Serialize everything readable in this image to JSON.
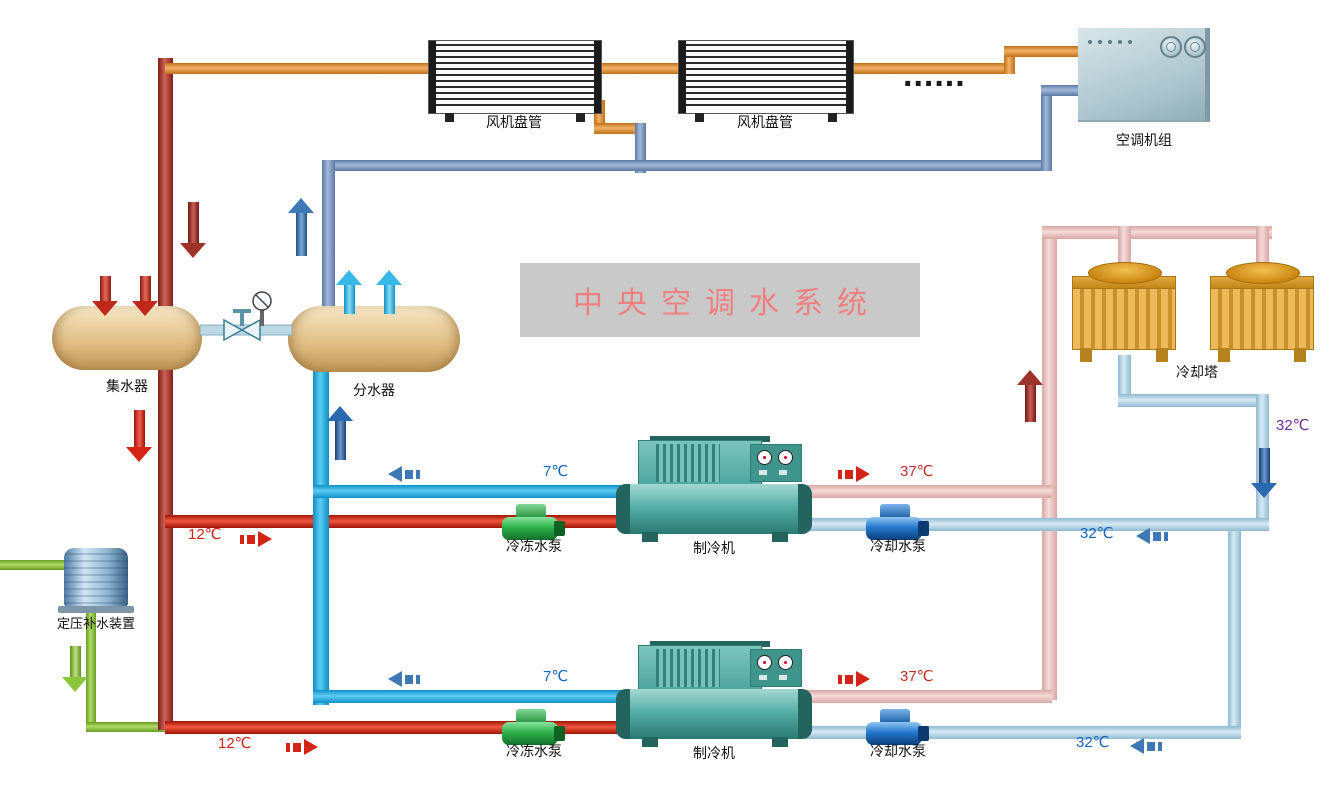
{
  "title": "中央空调水系统",
  "dots": "......",
  "components": {
    "fan_coil_1": {
      "label": "风机盘管"
    },
    "fan_coil_2": {
      "label": "风机盘管"
    },
    "ahu": {
      "label": "空调机组"
    },
    "collector": {
      "label": "集水器"
    },
    "distributor": {
      "label": "分水器"
    },
    "cooling_tower": {
      "label": "冷却塔"
    },
    "chiller_1": {
      "label": "制冷机"
    },
    "chiller_2": {
      "label": "制冷机"
    },
    "chilled_pump_1": {
      "label": "冷冻水泵"
    },
    "chilled_pump_2": {
      "label": "冷冻水泵"
    },
    "cooling_pump_1": {
      "label": "冷却水泵"
    },
    "cooling_pump_2": {
      "label": "冷却水泵"
    },
    "makeup_device": {
      "label": "定压补水装置"
    }
  },
  "temperatures": {
    "chilled_supply_1": "7℃",
    "chilled_supply_2": "7℃",
    "chilled_return_1": "12℃",
    "chilled_return_2": "12℃",
    "cooling_out_1": "37℃",
    "cooling_out_2": "37℃",
    "cooling_in_tower": "32℃",
    "cooling_in_1": "32℃",
    "cooling_in_2": "32℃"
  },
  "colors": {
    "chilled_supply_pipe": "#29b5e8",
    "chilled_return_pipe": "#d42415",
    "cooling_supply_pipe": "#ecc6c4",
    "cooling_return_pipe": "#bcdcec",
    "fan_coil_supply_pipe": "#8099bf",
    "fan_coil_return_pipe": "#e09a45",
    "makeup_pipe": "#8cc63e",
    "title_background": "#c9c9c9",
    "title_text": "#ee8080"
  }
}
